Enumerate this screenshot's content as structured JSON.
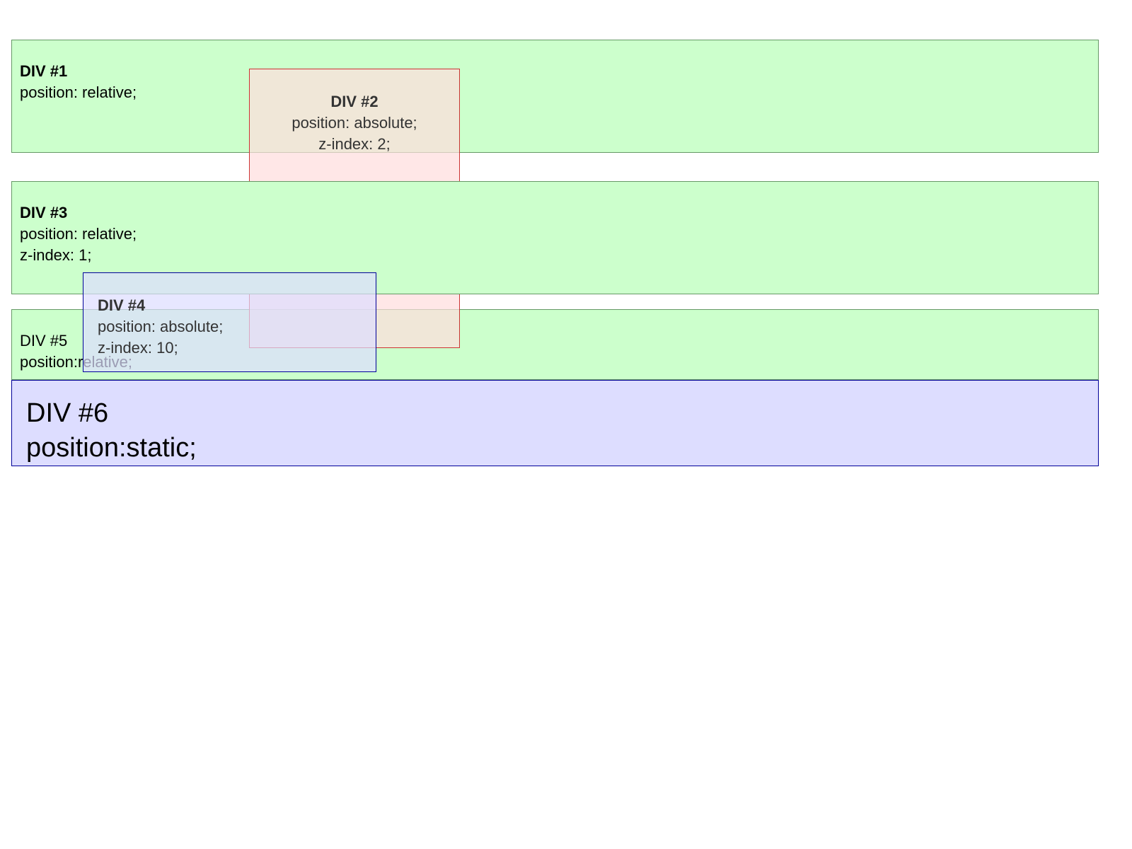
{
  "boxes": {
    "div1": {
      "title": "DIV #1",
      "lines": [
        "position: relative;"
      ]
    },
    "div2": {
      "title": "DIV #2",
      "lines": [
        "position: absolute;",
        "z-index: 2;"
      ]
    },
    "div3": {
      "title": "DIV #3",
      "lines": [
        "position: relative;",
        "z-index: 1;"
      ]
    },
    "div4": {
      "title": "DIV #4",
      "lines": [
        "position: absolute;",
        "z-index: 10;"
      ]
    },
    "div5": {
      "title": "DIV #5",
      "lines": [
        "position:relative;"
      ]
    },
    "div6": {
      "title": "DIV #6",
      "lines": [
        "position:static;"
      ]
    }
  },
  "colors": {
    "relative_background": "#ccffcc",
    "relative_border": "#669966",
    "div2_background": "#ffdddd",
    "div2_border": "#cc3333",
    "blue_background": "#ddddff",
    "blue_border": "#000099"
  }
}
